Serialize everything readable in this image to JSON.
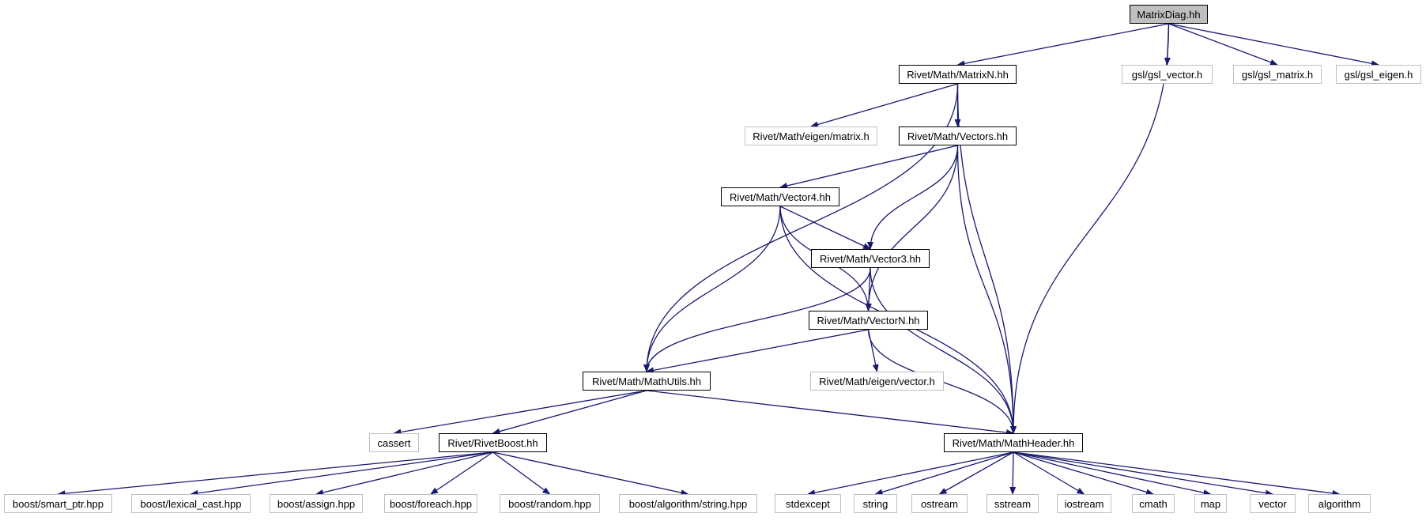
{
  "graph": {
    "edge_color": "#191970",
    "root_fill": "#bfbfbf",
    "external_border": "#bfbfbf",
    "nodes": {
      "matrixdiag": {
        "label": "MatrixDiag.hh",
        "kind": "root"
      },
      "matrixn": {
        "label": "Rivet/Math/MatrixN.hh",
        "kind": "internal"
      },
      "gsl_vector": {
        "label": "gsl/gsl_vector.h",
        "kind": "external"
      },
      "gsl_matrix": {
        "label": "gsl/gsl_matrix.h",
        "kind": "external"
      },
      "gsl_eigen": {
        "label": "gsl/gsl_eigen.h",
        "kind": "external"
      },
      "eigen_matrix": {
        "label": "Rivet/Math/eigen/matrix.h",
        "kind": "external"
      },
      "vectors": {
        "label": "Rivet/Math/Vectors.hh",
        "kind": "internal"
      },
      "vector4": {
        "label": "Rivet/Math/Vector4.hh",
        "kind": "internal"
      },
      "vector3": {
        "label": "Rivet/Math/Vector3.hh",
        "kind": "internal"
      },
      "vectorn": {
        "label": "Rivet/Math/VectorN.hh",
        "kind": "internal"
      },
      "eigen_vector": {
        "label": "Rivet/Math/eigen/vector.h",
        "kind": "external"
      },
      "mathutils": {
        "label": "Rivet/Math/MathUtils.hh",
        "kind": "internal"
      },
      "cassert": {
        "label": "cassert",
        "kind": "external"
      },
      "rivetboost": {
        "label": "Rivet/RivetBoost.hh",
        "kind": "internal"
      },
      "mathheader": {
        "label": "Rivet/Math/MathHeader.hh",
        "kind": "internal"
      },
      "smart_ptr": {
        "label": "boost/smart_ptr.hpp",
        "kind": "external"
      },
      "lexical_cast": {
        "label": "boost/lexical_cast.hpp",
        "kind": "external"
      },
      "assign": {
        "label": "boost/assign.hpp",
        "kind": "external"
      },
      "foreach": {
        "label": "boost/foreach.hpp",
        "kind": "external"
      },
      "random": {
        "label": "boost/random.hpp",
        "kind": "external"
      },
      "algo_string": {
        "label": "boost/algorithm/string.hpp",
        "kind": "external"
      },
      "stdexcept": {
        "label": "stdexcept",
        "kind": "external"
      },
      "string": {
        "label": "string",
        "kind": "external"
      },
      "ostream": {
        "label": "ostream",
        "kind": "external"
      },
      "sstream": {
        "label": "sstream",
        "kind": "external"
      },
      "iostream": {
        "label": "iostream",
        "kind": "external"
      },
      "cmath": {
        "label": "cmath",
        "kind": "external"
      },
      "map": {
        "label": "map",
        "kind": "external"
      },
      "vector": {
        "label": "vector",
        "kind": "external"
      },
      "algorithm": {
        "label": "algorithm",
        "kind": "external"
      }
    },
    "edges": [
      [
        "matrixdiag",
        "matrixn"
      ],
      [
        "matrixdiag",
        "mathheader"
      ],
      [
        "matrixdiag",
        "gsl_vector"
      ],
      [
        "matrixdiag",
        "gsl_matrix"
      ],
      [
        "matrixdiag",
        "gsl_eigen"
      ],
      [
        "matrixn",
        "mathutils"
      ],
      [
        "matrixn",
        "eigen_matrix"
      ],
      [
        "matrixn",
        "vectors"
      ],
      [
        "matrixn",
        "mathheader"
      ],
      [
        "vectors",
        "vector4"
      ],
      [
        "vectors",
        "vector3"
      ],
      [
        "vectors",
        "vectorn"
      ],
      [
        "vectors",
        "mathheader"
      ],
      [
        "vector4",
        "mathutils"
      ],
      [
        "vector4",
        "mathheader"
      ],
      [
        "vector4",
        "vector3"
      ],
      [
        "vector4",
        "vectorn"
      ],
      [
        "vector3",
        "mathutils"
      ],
      [
        "vector3",
        "vectorn"
      ],
      [
        "vector3",
        "mathheader"
      ],
      [
        "vectorn",
        "mathutils"
      ],
      [
        "vectorn",
        "mathheader"
      ],
      [
        "vectorn",
        "eigen_vector"
      ],
      [
        "mathutils",
        "cassert"
      ],
      [
        "mathutils",
        "rivetboost"
      ],
      [
        "mathutils",
        "mathheader"
      ],
      [
        "rivetboost",
        "smart_ptr"
      ],
      [
        "rivetboost",
        "lexical_cast"
      ],
      [
        "rivetboost",
        "assign"
      ],
      [
        "rivetboost",
        "foreach"
      ],
      [
        "rivetboost",
        "random"
      ],
      [
        "rivetboost",
        "algo_string"
      ],
      [
        "mathheader",
        "stdexcept"
      ],
      [
        "mathheader",
        "string"
      ],
      [
        "mathheader",
        "ostream"
      ],
      [
        "mathheader",
        "sstream"
      ],
      [
        "mathheader",
        "iostream"
      ],
      [
        "mathheader",
        "cmath"
      ],
      [
        "mathheader",
        "map"
      ],
      [
        "mathheader",
        "vector"
      ],
      [
        "mathheader",
        "algorithm"
      ]
    ]
  }
}
